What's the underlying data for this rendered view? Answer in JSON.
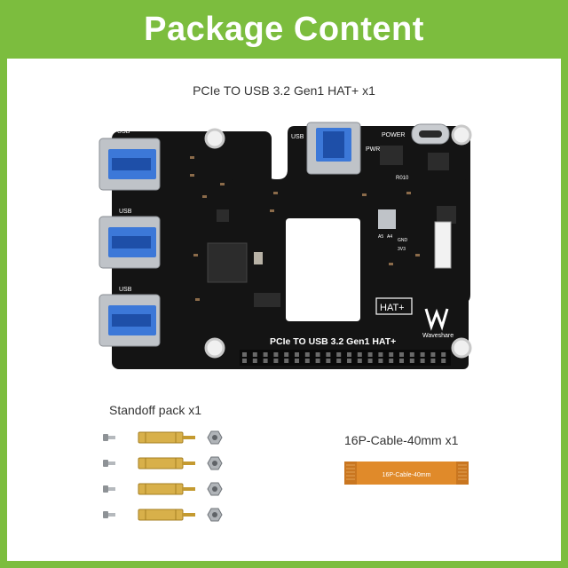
{
  "header": {
    "title": "Package Content"
  },
  "items": {
    "hat_caption": "PCIe TO USB 3.2 Gen1 HAT+ x1",
    "standoff_caption": "Standoff pack x1",
    "cable_caption": "16P-Cable-40mm x1"
  },
  "board": {
    "usb_label": "USB",
    "power_label": "POWER",
    "pwr_label": "PWR",
    "part_label": "R010",
    "silk_title": "PCIe TO USB 3.2 Gen1 HAT+",
    "hat_badge": "HAT+",
    "brand": "Waveshare",
    "pin_labels": [
      "A5",
      "A4",
      "GND",
      "3V3"
    ]
  },
  "cable": {
    "label": "16P-Cable-40mm"
  },
  "colors": {
    "brand_green": "#7cbd3e",
    "pcb": "#141414",
    "usb_blue": "#3c78d8",
    "brass": "#d8b04a",
    "cable_orange": "#e08a2a"
  }
}
